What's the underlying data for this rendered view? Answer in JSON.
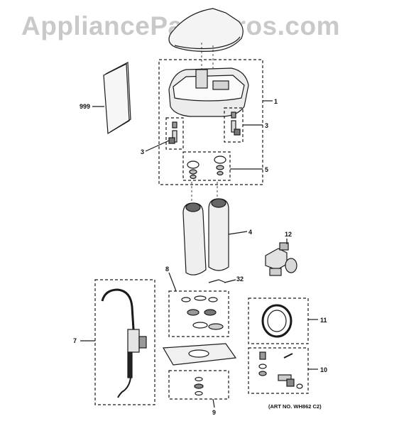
{
  "watermark": "AppliancePartsPros.com",
  "art_number": "(ART NO. WH862 C2)",
  "callouts": {
    "manual": "999",
    "head": "1",
    "fitting_left": "3",
    "fitting_right": "3",
    "orings": "5",
    "filters": "4",
    "valve": "12",
    "clip": "32",
    "faucet": "7",
    "kit8": "8",
    "kit9": "9",
    "kit10": "10",
    "kit11": "11"
  },
  "colors": {
    "line": "#1a1a1a",
    "watermark": "#c9c9c9",
    "shade": "#8a8a8a"
  }
}
